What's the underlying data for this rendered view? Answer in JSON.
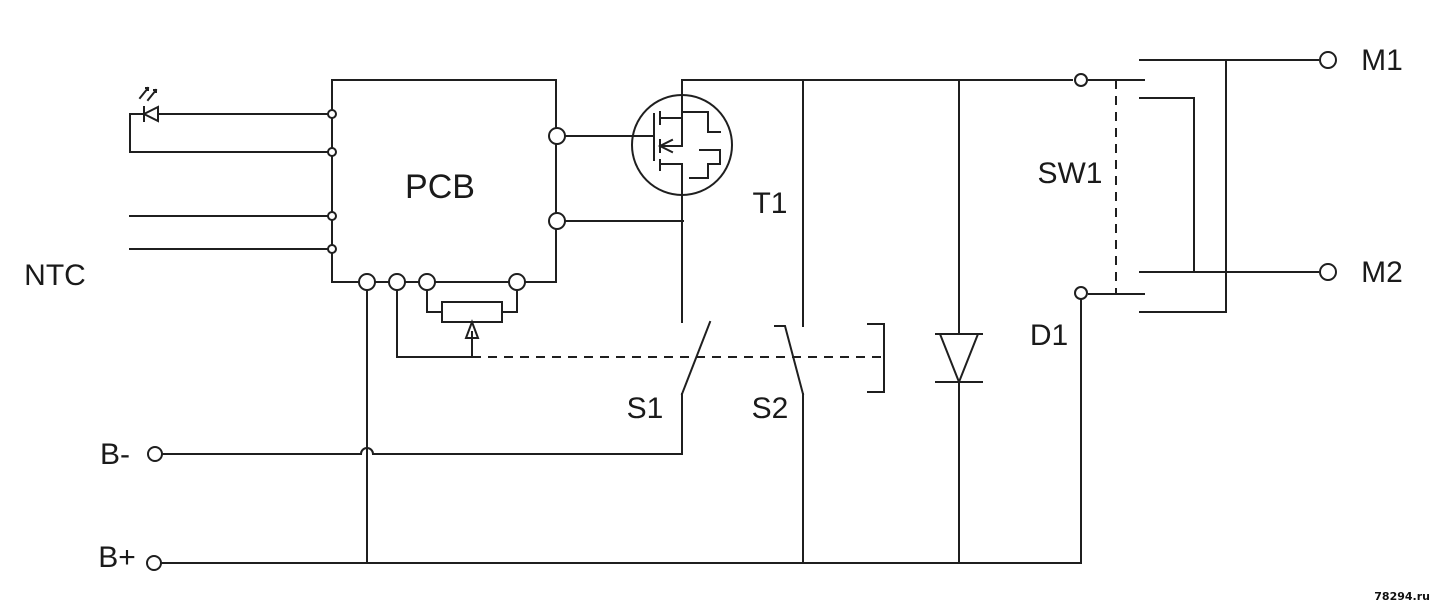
{
  "labels": {
    "pcb": "PCB",
    "ntc": "NTC",
    "t1": "T1",
    "sw1": "SW1",
    "d1": "D1",
    "s1": "S1",
    "s2": "S2",
    "m1": "M1",
    "m2": "M2",
    "b_minus": "B-",
    "b_plus": "B+"
  },
  "watermark": "78294.ru",
  "colors": {
    "line": "#1f1f1f",
    "background": "#ffffff"
  }
}
